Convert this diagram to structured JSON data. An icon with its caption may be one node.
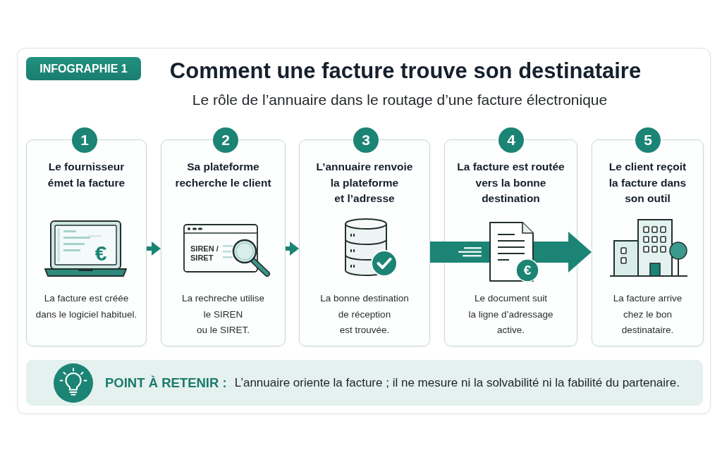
{
  "diagram": {
    "title": "Comment une facture trouve son destinataire",
    "nodes": [
      {
        "text": [
          "INFOGRAPHIE 1"
        ]
      },
      {
        "text": [
          "1"
        ]
      },
      {
        "text": [
          "Le fournisseur émet la facture",
          "La facture est créée dans le logiciel habituel."
        ]
      },
      {
        "text": [
          "2"
        ]
      },
      {
        "text": [
          "Sa plateforme recherche le client",
          "La rechreche utilise le SIREN ou le SIRET."
        ]
      },
      {
        "text": [
          "3"
        ]
      },
      {
        "text": [
          "L’annuaire renvoie la plateforme et l’adresse",
          "La bonne destination de réception est trouvée."
        ]
      },
      {
        "text": [
          "4"
        ]
      },
      {
        "text": [
          "La facture est routée vers la bonne destination",
          "Le document suit la ligne d’adressage active."
        ]
      },
      {
        "text": [
          "5"
        ]
      },
      {
        "text": [
          "Le client reçoit la facture dans son outil",
          "La facture arrive chez le bon destinataire."
        ]
      },
      {
        "text": [
          "POINT À RETENIR :",
          "L’annuaire oriente la facture ; il ne mesure ni la solvabilité ni la fabilité du partenaire."
        ]
      }
    ],
    "edges": [
      {
        "from": 2,
        "to": 4,
        "arrow": "to"
      },
      {
        "from": 4,
        "to": 6,
        "arrow": "to"
      },
      {
        "from": 6,
        "to": 8,
        "arrow": "none",
        "style": "thick"
      },
      {
        "from": 8,
        "to": 10,
        "arrow": "to",
        "style": "thick"
      }
    ],
    "labels": [
      "Le rôle de l’annuaire dans le routage d’une facture électronique",
      "SIREN / SIRET",
      "€",
      "€"
    ]
  }
}
